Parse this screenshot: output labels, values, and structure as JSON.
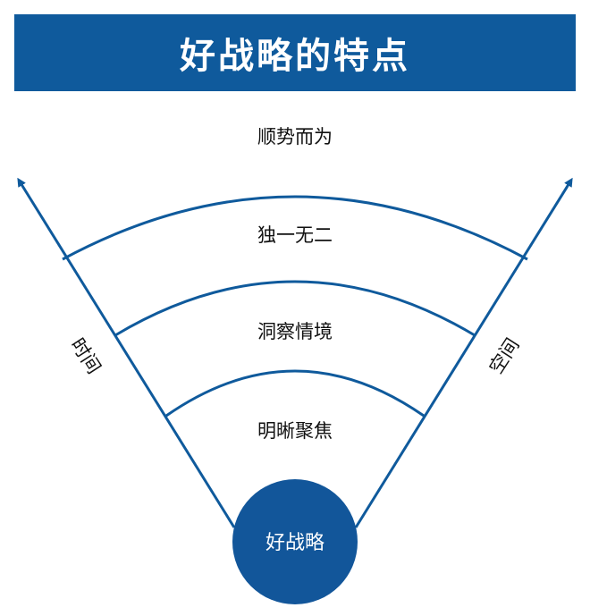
{
  "title": "好战略的特点",
  "levels": {
    "outer": "顺势而为",
    "level3": "独一无二",
    "level2": "洞察情境",
    "level1": "明晰聚焦"
  },
  "core": "好战略",
  "axes": {
    "left": "时间",
    "right": "空间"
  },
  "colors": {
    "primary": "#0f5a9c",
    "core": "#12569a"
  }
}
